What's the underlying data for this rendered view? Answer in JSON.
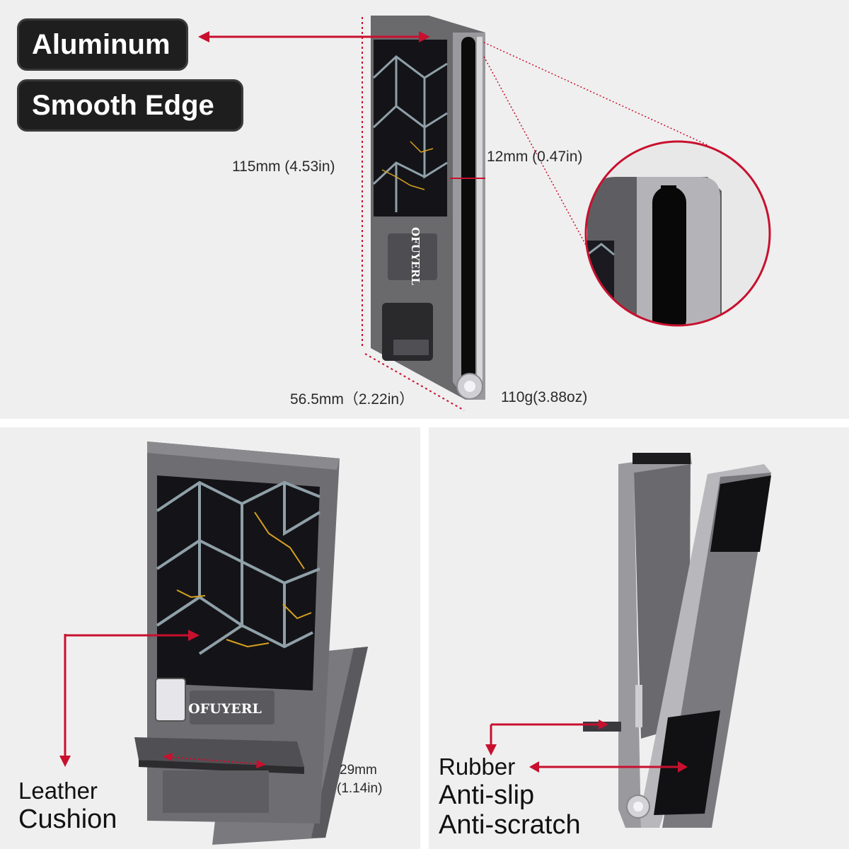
{
  "features": {
    "aluminum": "Aluminum",
    "smooth_edge": "Smooth Edge"
  },
  "dimensions": {
    "height": "115mm (4.53in)",
    "thickness": "12mm (0.47in)",
    "width": "56.5mm（2.22in）",
    "weight": "110g(3.88oz)",
    "slot_width_line1": "29mm",
    "slot_width_line2": "(1.14in)"
  },
  "brand": {
    "logo_top": "OFUYERL",
    "logo_bottom": "OFUYERL"
  },
  "callouts": {
    "leather_line1": "Leather",
    "leather_line2": "Cushion",
    "rubber_line1": "Rubber",
    "rubber_line2": "Anti-slip",
    "rubber_line3": "Anti-scratch"
  },
  "colors": {
    "accent_red": "#c8102e",
    "panel_bg": "#efefef",
    "metal_gray": "#6b6b6e",
    "marble_black": "#141418"
  }
}
